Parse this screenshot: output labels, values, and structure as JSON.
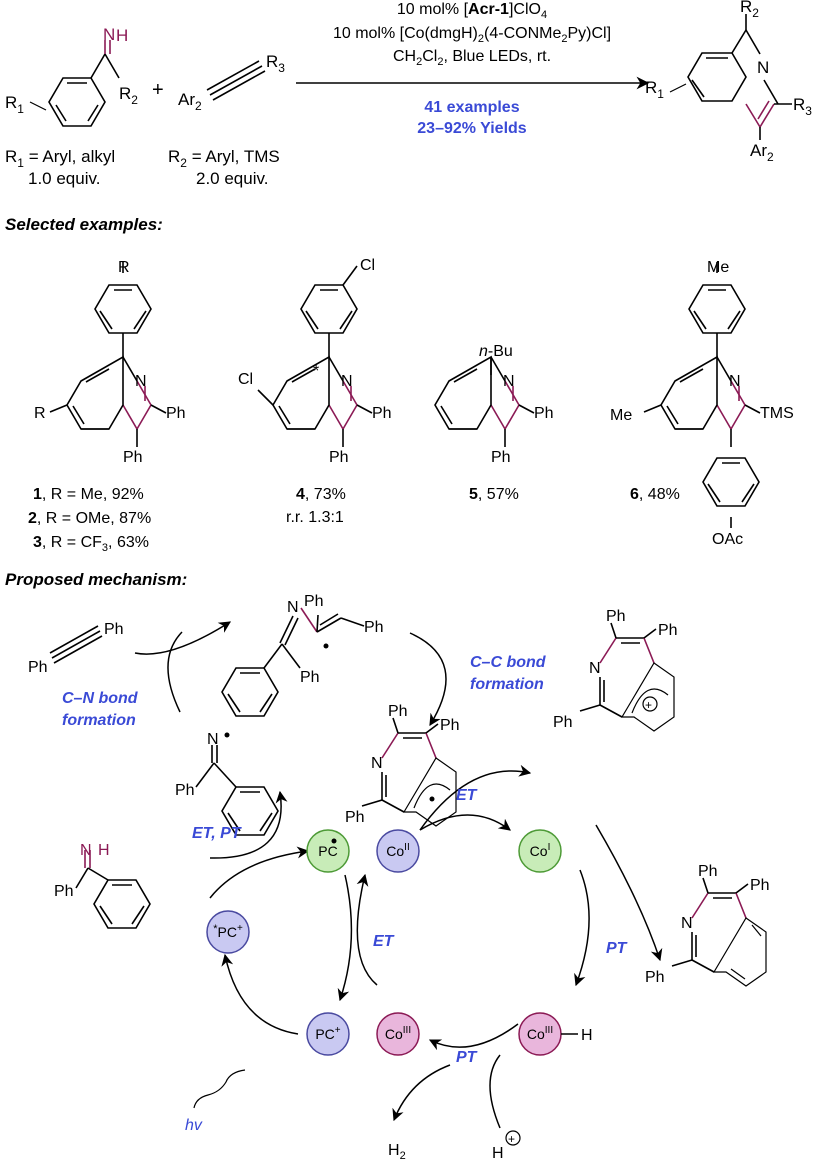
{
  "colors": {
    "bond": "#8b1a55",
    "label_blue": "#3a4ad6",
    "pc_fill": "#c9c9f2",
    "pc_stroke": "#4a4aa0",
    "pc_radical_fill": "#c8ecb8",
    "pc_radical_stroke": "#4d9a36",
    "co1_fill": "#c8ecb8",
    "co1_stroke": "#4d9a36",
    "co2_fill": "#c9c9f2",
    "co2_stroke": "#4a4aa0",
    "co3_fill": "#e9b6dc",
    "co3_stroke": "#8b1a55"
  },
  "icons": [
    "benzene-ring-icon",
    "circle-node-icon",
    "wavy-arrow-icon"
  ],
  "scheme": {
    "conditions": {
      "line1_prefix": "10 mol% [",
      "line1_bold": "Acr-1",
      "line1_suffix": "]ClO",
      "line1_sub": "4",
      "line2_prefix": "10 mol% [Co(dmgH)",
      "line2_sub1": "2",
      "line2_mid": "(4-CONMe",
      "line2_sub2": "2",
      "line2_suffix": "Py)Cl]",
      "line3_a": "CH",
      "line3_sub1": "2",
      "line3_b": "Cl",
      "line3_sub2": "2",
      "line3_c": ", Blue LEDs, rt."
    },
    "examples_count": "41 examples",
    "yields_range": "23–92% Yields",
    "plus": "+",
    "imine_label_N": "N",
    "imine_label_H": "H",
    "r1_label": "R",
    "r1_sub": "1",
    "r2_label": "R",
    "r2_sub": "2",
    "alkyne_ar_label": "Ar",
    "alkyne_ar_sub": "2",
    "alkyne_r3_label": "R",
    "alkyne_r3_sub": "3",
    "product_r2": "R",
    "product_r2_sub": "2",
    "product_N": "N",
    "product_r1": "R",
    "product_r1_sub": "1",
    "product_r3": "R",
    "product_r3_sub": "3",
    "product_ar": "Ar",
    "product_ar_sub": "2",
    "r1_def_a": "R",
    "r1_def_sub": "1",
    "r1_def_b": " = Aryl, alkyl",
    "r1_equiv": "1.0 equiv.",
    "r2_def_a": "R",
    "r2_def_sub": "2",
    "r2_def_b": " = Aryl, TMS",
    "r2_equiv": "2.0 equiv."
  },
  "selected": {
    "heading": "Selected examples:",
    "ex1": {
      "R": "R",
      "N": "N",
      "Ph3": "Ph",
      "Ph4": "Ph",
      "R6": "R"
    },
    "ex4": {
      "Cl_top": "Cl",
      "Cl_side": "Cl",
      "star": "*",
      "N": "N",
      "Ph3": "Ph",
      "Ph4": "Ph"
    },
    "ex5": {
      "nbu_italic": "n",
      "nbu_rest": "-Bu",
      "N": "N",
      "Ph3": "Ph",
      "Ph4": "Ph"
    },
    "ex6": {
      "Me_top": "Me",
      "Me_side": "Me",
      "N": "N",
      "TMS": "TMS",
      "OAc": "OAc"
    },
    "captions": [
      {
        "num": "1",
        "text": ", R = Me, 92%"
      },
      {
        "num": "2",
        "text": ", R = OMe, 87%"
      },
      {
        "num": "3",
        "text_a": ", R = CF",
        "sub": "3",
        "text_b": ", 63%"
      },
      {
        "num": "4",
        "text": ", 73%"
      },
      {
        "rr": "r.r. 1.3:1"
      },
      {
        "num": "5",
        "text": ", 57%"
      },
      {
        "num": "6",
        "text": ", 48%"
      }
    ]
  },
  "mechanism": {
    "heading": "Proposed mechanism:",
    "cn_line1": "C–N bond",
    "cn_line2": "formation",
    "cc_line1": "C–C bond",
    "cc_line2": "formation",
    "et_pt": "ET, PT",
    "et_top": "ET",
    "et_mid": "ET",
    "pt_right": "PT",
    "pt_bottom": "PT",
    "hv": "hv",
    "h2_a": "H",
    "h2_sub": "2",
    "hplus": "H",
    "ph": "Ph",
    "n": "N",
    "nodes": {
      "pc_radical": "PC",
      "co2": "Co",
      "co2_sup": "II",
      "co1": "Co",
      "co1_sup": "I",
      "pc_excited_star": "*",
      "pc_excited": "PC",
      "pc_excited_sup": "+",
      "pc_plus": "PC",
      "pc_plus_sup": "+",
      "co3": "Co",
      "co3_sup": "III",
      "co3h": "Co",
      "co3h_sup": "III",
      "co3h_H": "H"
    }
  }
}
